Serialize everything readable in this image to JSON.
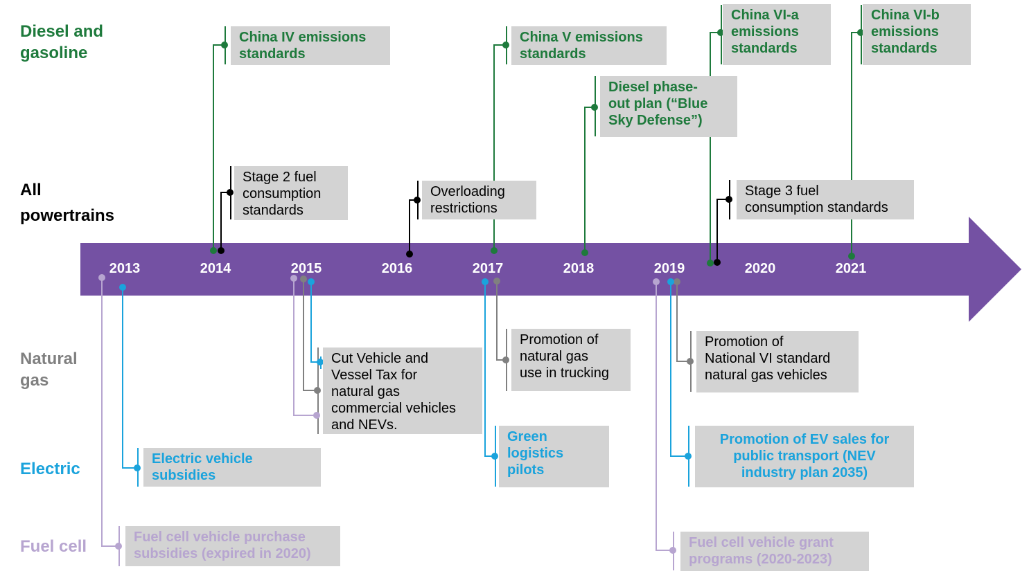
{
  "categories": [
    {
      "key": "diesel",
      "label": "Diesel and\ngasoline",
      "color": "#1e7a3c"
    },
    {
      "key": "all",
      "label": "All\npowertrains",
      "color": "#000000"
    },
    {
      "key": "gas",
      "label": "Natural\ngas",
      "color": "#808080"
    },
    {
      "key": "electric",
      "label": "Electric",
      "color": "#1aa3dc"
    },
    {
      "key": "fuelcell",
      "label": "Fuel cell",
      "color": "#b7a5d0"
    }
  ],
  "timeline": {
    "years": [
      "2013",
      "2014",
      "2015",
      "2016",
      "2017",
      "2018",
      "2019",
      "2020",
      "2021"
    ],
    "arrow_color": "#7451a3"
  },
  "events": [
    {
      "id": "china4",
      "text": "China IV emissions\nstandards",
      "color": "#1e7a3c"
    },
    {
      "id": "china5",
      "text": "China V emissions\nstandards",
      "color": "#1e7a3c"
    },
    {
      "id": "diesel_phaseout",
      "text": "Diesel phase-\nout plan (“Blue\nSky Defense”)",
      "color": "#1e7a3c"
    },
    {
      "id": "china6a",
      "text": "China VI-a\nemissions\nstandards",
      "color": "#1e7a3c"
    },
    {
      "id": "china6b",
      "text": "China VI-b\nemissions\nstandards",
      "color": "#1e7a3c"
    },
    {
      "id": "stage2",
      "text": "Stage 2 fuel\nconsumption\nstandards",
      "color": "#000000"
    },
    {
      "id": "overloading",
      "text": "Overloading\nrestrictions",
      "color": "#000000"
    },
    {
      "id": "stage3",
      "text": "Stage 3 fuel\nconsumption standards",
      "color": "#000000"
    },
    {
      "id": "cut_tax",
      "text": "Cut Vehicle and\nVessel Tax for\nnatural gas\ncommercial vehicles\nand NEVs.",
      "color": "#000000"
    },
    {
      "id": "promo_gas_trucking",
      "text": "Promotion of\nnatural gas\nuse in trucking",
      "color": "#000000"
    },
    {
      "id": "promo_national6",
      "text": "Promotion of\nNational VI standard\nnatural gas vehicles",
      "color": "#000000"
    },
    {
      "id": "ev_subsidies",
      "text": "Electric vehicle\nsubsidies",
      "color": "#1aa3dc"
    },
    {
      "id": "green_logistics",
      "text": "Green\nlogistics\npilots",
      "color": "#1aa3dc"
    },
    {
      "id": "promo_ev_public",
      "text": "Promotion of EV sales for\npublic transport (NEV\nindustry plan 2035)",
      "color": "#1aa3dc"
    },
    {
      "id": "fc_purchase",
      "text": "Fuel cell vehicle purchase\nsubsidies (expired in 2020)",
      "color": "#b7a5d0"
    },
    {
      "id": "fc_grant",
      "text": "Fuel cell vehicle grant\nprograms (2020-2023)",
      "color": "#b7a5d0"
    }
  ]
}
